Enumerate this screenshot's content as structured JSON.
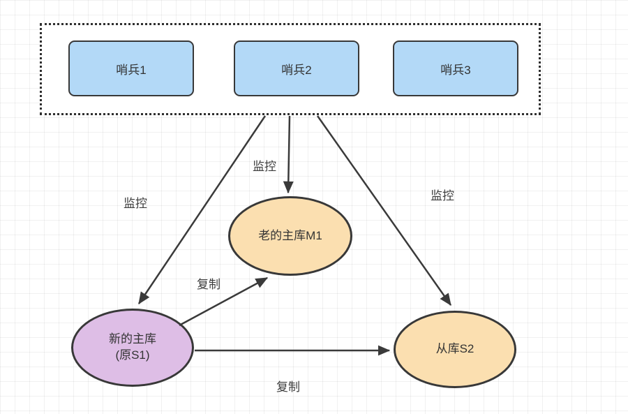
{
  "diagram": {
    "title_hint": "redis-sentinel-failover-diagram",
    "sentinel_group": {
      "sentinels": [
        {
          "label": "哨兵1"
        },
        {
          "label": "哨兵2"
        },
        {
          "label": "哨兵3"
        }
      ]
    },
    "nodes": {
      "old_master": {
        "label": "老的主库M1"
      },
      "new_master": {
        "label_line1": "新的主库",
        "label_line2": "(原S1)"
      },
      "slave_s2": {
        "label": "从库S2"
      }
    },
    "edges": {
      "monitor_left": {
        "text": "监控"
      },
      "monitor_middle": {
        "text": "监控"
      },
      "monitor_right": {
        "text": "监控"
      },
      "replicate_upper": {
        "text": "复制"
      },
      "replicate_lower": {
        "text": "复制"
      }
    },
    "colors": {
      "sentinel_fill": "#B3D9F7",
      "master_fill": "#FBDFB0",
      "new_master_fill": "#DEBEE6",
      "stroke": "#3A3A3A",
      "grid_line": "rgba(0,0,0,0.055)"
    }
  }
}
